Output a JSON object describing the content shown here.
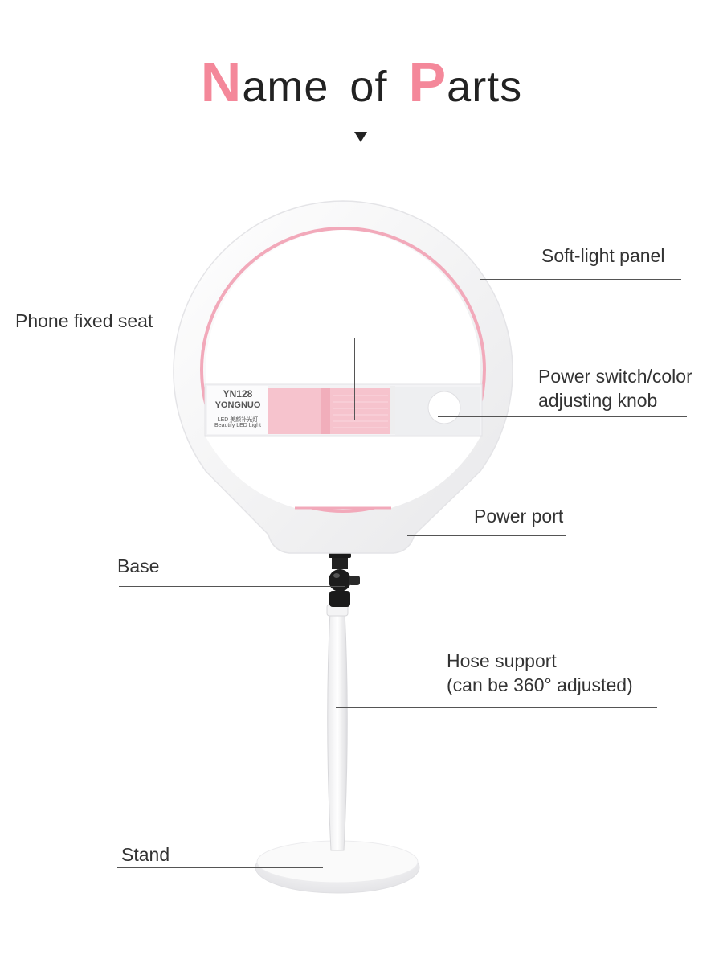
{
  "title": {
    "first_initial": "N",
    "first_rest": "ame",
    "middle": "of",
    "last_initial": "P",
    "last_rest": "arts"
  },
  "device_label": {
    "model": "YN128",
    "brand": "YONGNUO",
    "line1": "LED 美颜补光灯",
    "line2": "Beautify LED Light"
  },
  "parts": {
    "soft_light_panel": "Soft-light panel",
    "phone_fixed_seat": "Phone fixed seat",
    "power_switch_line1": "Power switch/color",
    "power_switch_line2": "adjusting knob",
    "power_port": "Power port",
    "base": "Base",
    "hose_support_line1": "Hose support",
    "hose_support_line2": "(can be 360° adjusted)",
    "stand": "Stand"
  },
  "colors": {
    "accent_pink": "#f4889a",
    "ring_inner_pink": "#f2a9ba",
    "seat_pink": "#f6c3cd",
    "text": "#333333"
  }
}
